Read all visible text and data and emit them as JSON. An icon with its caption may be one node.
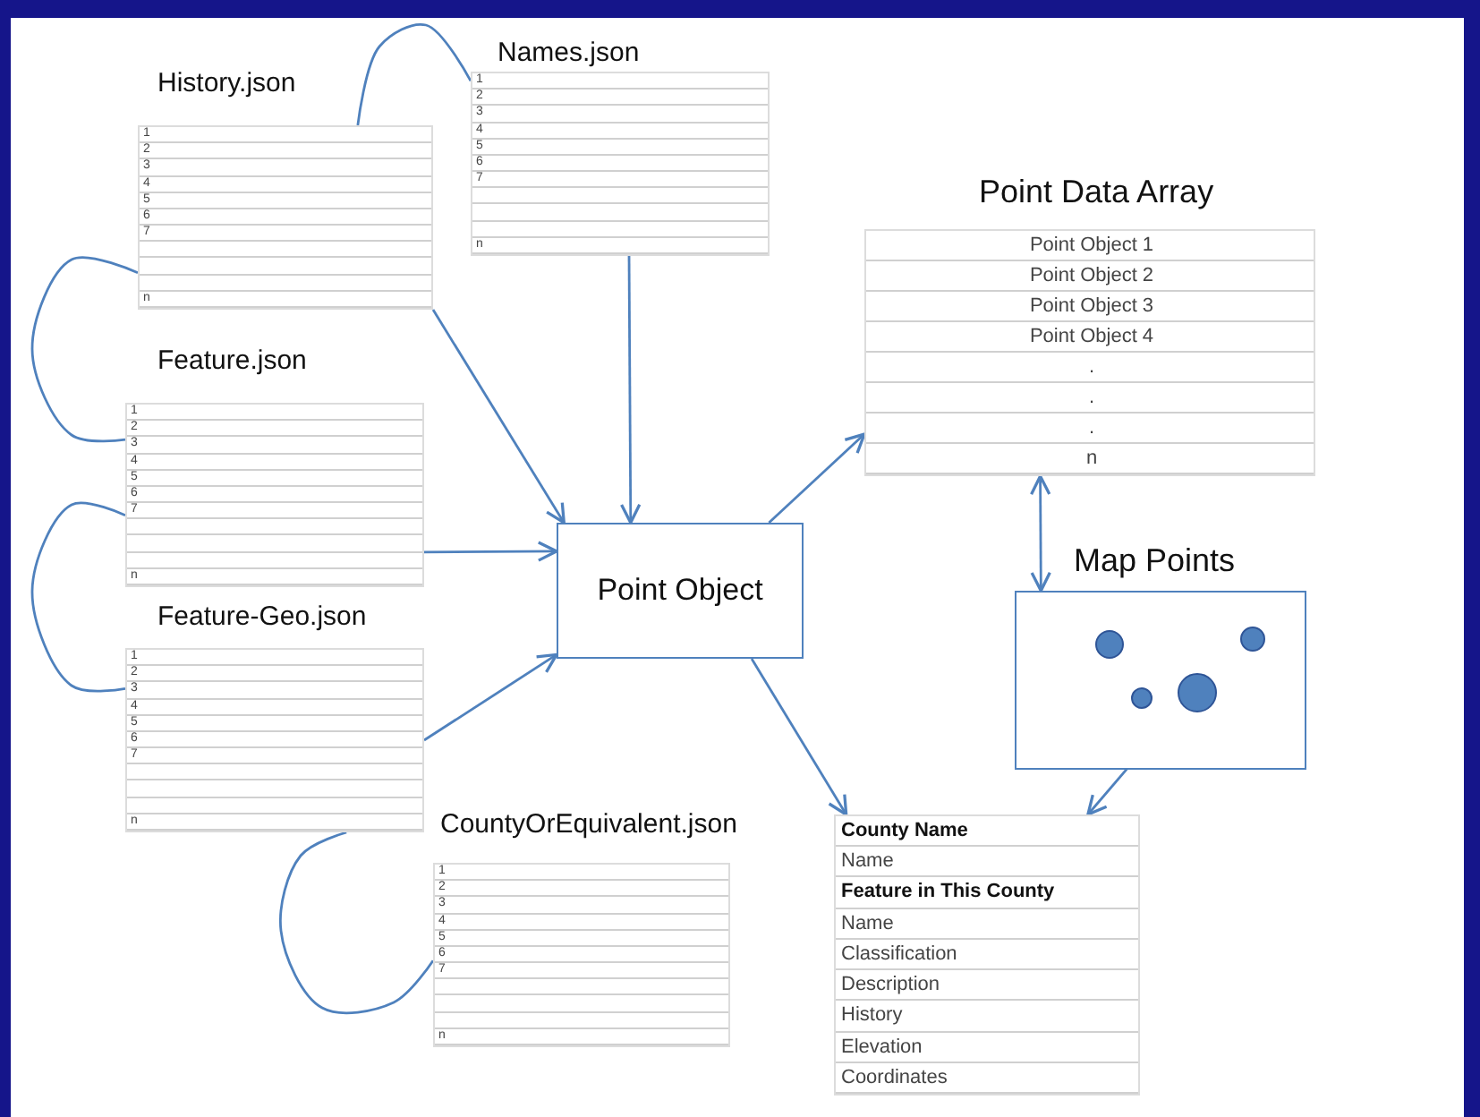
{
  "diagram": {
    "nodes": [
      {
        "text": [
          "History.json",
          "1",
          "2",
          "3",
          "4",
          "5",
          "6",
          "7",
          "n"
        ]
      },
      {
        "text": [
          "Names.json",
          "1",
          "2",
          "3",
          "4",
          "5",
          "6",
          "7",
          "n"
        ]
      },
      {
        "text": [
          "Feature.json",
          "1",
          "2",
          "3",
          "4",
          "5",
          "6",
          "7",
          "n"
        ]
      },
      {
        "text": [
          "Feature-Geo.json",
          "1",
          "2",
          "3",
          "4",
          "5",
          "6",
          "7",
          "n"
        ]
      },
      {
        "text": [
          "CountyOrEquivalent.json",
          "1",
          "2",
          "3",
          "4",
          "5",
          "6",
          "7",
          "n"
        ]
      },
      {
        "text": [
          "Point Object"
        ]
      },
      {
        "text": [
          "Point Data Array",
          "Point Object 1",
          "Point Object 2",
          "Point Object 3",
          "Point Object 4",
          ".",
          ".",
          ".",
          "n"
        ]
      },
      {
        "text": [
          "Map Points"
        ]
      },
      {
        "text": [],
        "shape": "circle",
        "in": 7
      },
      {
        "text": [
          "County Name",
          "Name",
          "Feature in This County",
          "Name",
          "Classification",
          "Description",
          "History",
          "Elevation",
          "Coordinates"
        ]
      }
    ],
    "edges": [
      {
        "from": 0,
        "to": 5,
        "arrow": "to"
      },
      {
        "from": 1,
        "to": 5,
        "arrow": "to"
      },
      {
        "from": 2,
        "to": 5,
        "arrow": "to"
      },
      {
        "from": 3,
        "to": 5,
        "arrow": "to"
      },
      {
        "from": 5,
        "to": 6,
        "arrow": "to"
      },
      {
        "from": 6,
        "to": 7,
        "arrow": "both"
      },
      {
        "from": 5,
        "to": 9,
        "arrow": "to"
      },
      {
        "from": 8,
        "to": 9,
        "arrow": "to"
      },
      {
        "from": 0,
        "to": 1,
        "arrow": "none"
      },
      {
        "from": 0,
        "to": 2,
        "arrow": "none"
      },
      {
        "from": 2,
        "to": 3,
        "arrow": "none"
      },
      {
        "from": 3,
        "to": 4,
        "arrow": "none"
      }
    ]
  }
}
